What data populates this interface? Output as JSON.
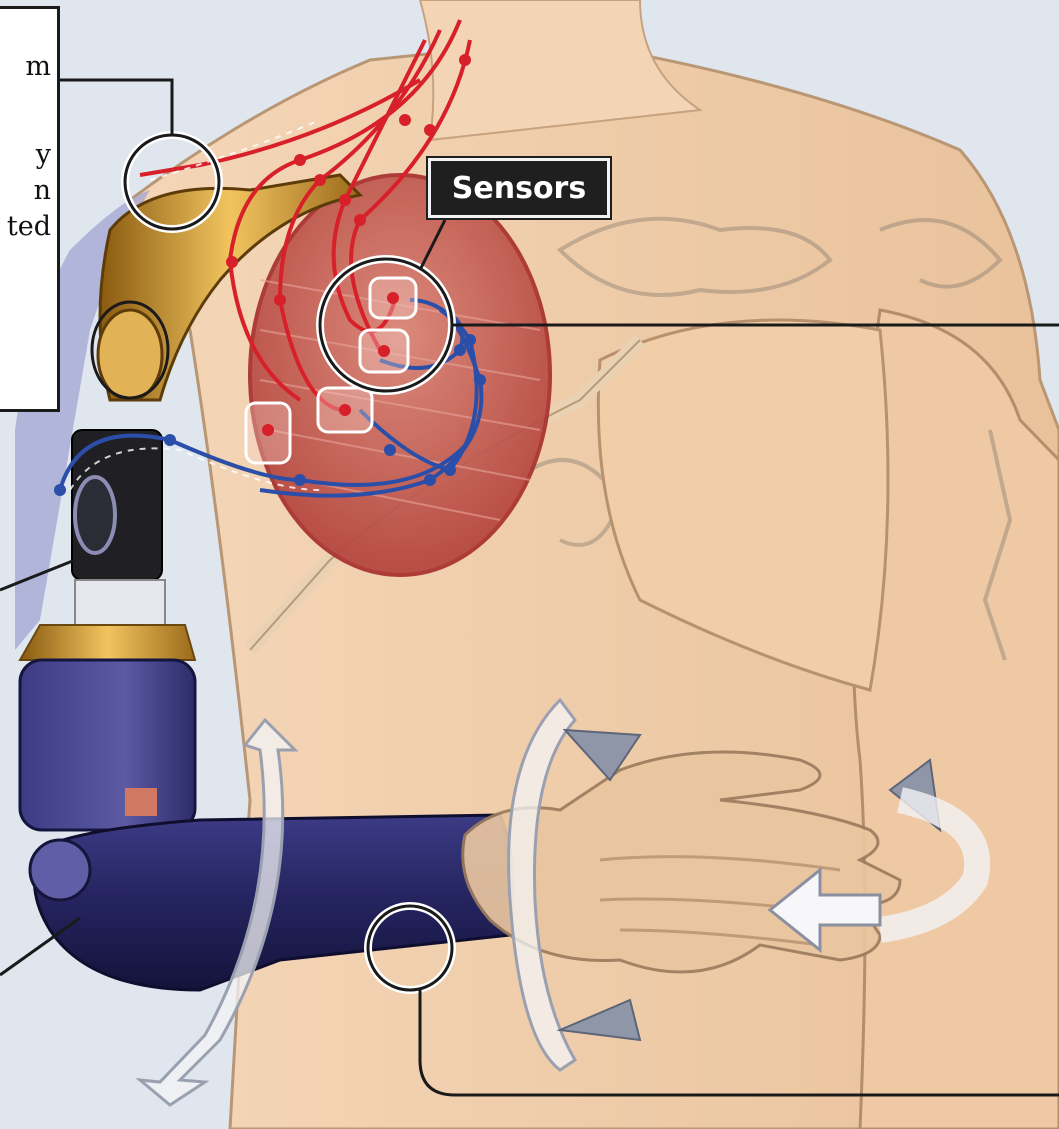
{
  "labels": {
    "sensors": "Sensors",
    "left_box_fragments": [
      "m",
      "y",
      "n",
      "ted"
    ]
  },
  "colors": {
    "background": "#dfe6ee",
    "skin": "#f1cfae",
    "muscle": "#c8645a",
    "nerve_red": "#d8202a",
    "nerve_blue": "#2b4fa8",
    "prosthetic_navy": "#2b2a66",
    "prosthetic_gold": "#d7a540"
  },
  "icons": [
    "rotation-arrow-icon",
    "sensor-icon",
    "callout-ring-icon"
  ]
}
